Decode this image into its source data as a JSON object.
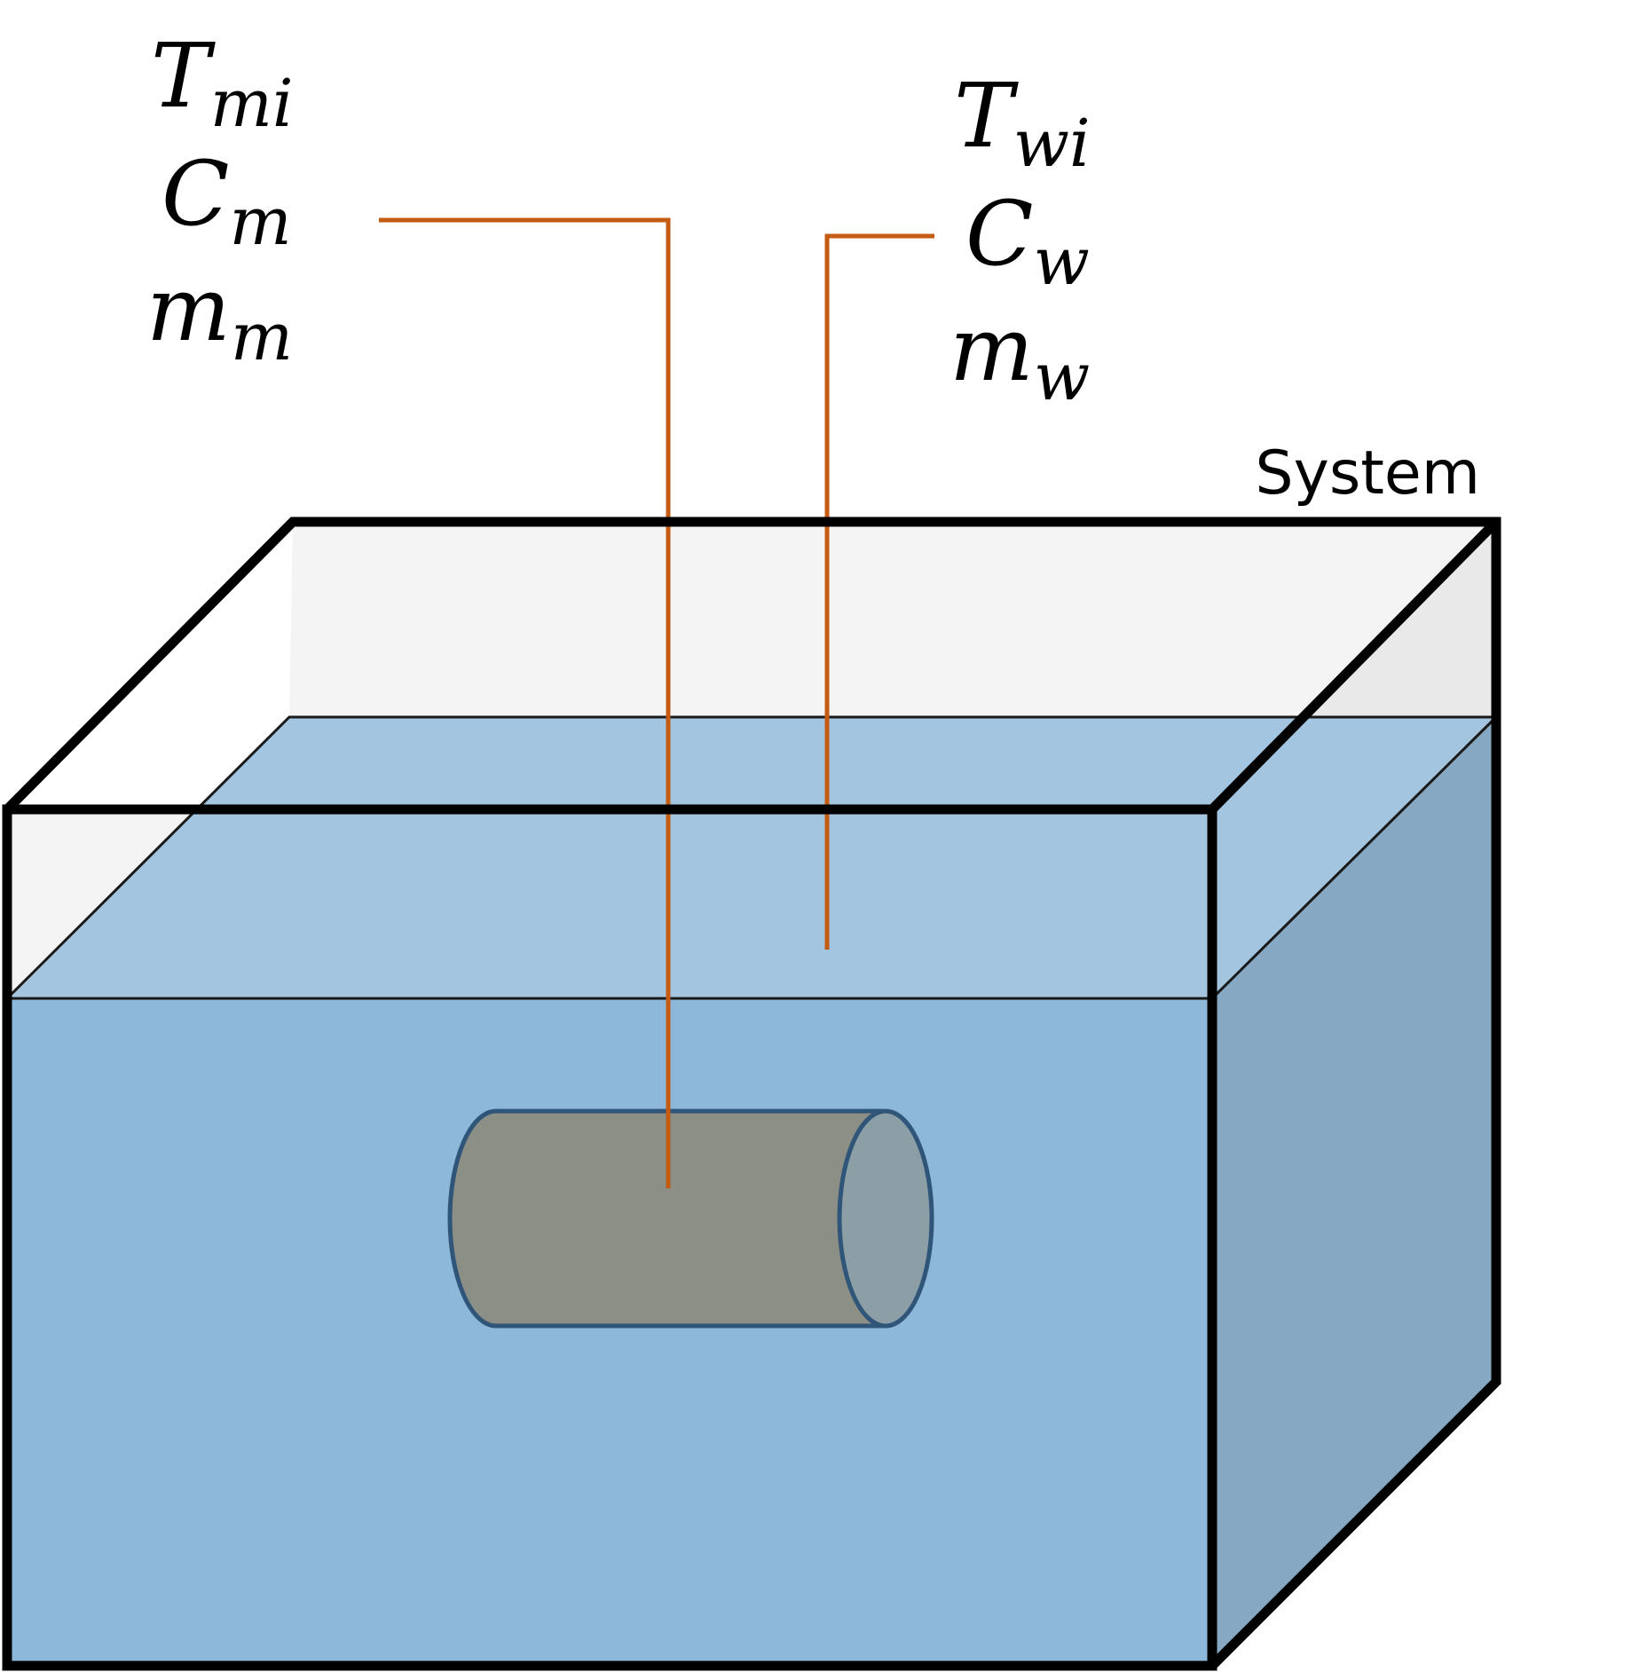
{
  "labels": {
    "system": "System"
  },
  "metal": {
    "temp": {
      "base": "T",
      "sub": "mi"
    },
    "heat": {
      "base": "C",
      "sub": "m"
    },
    "mass": {
      "base": "m",
      "sub": "m"
    }
  },
  "water": {
    "temp": {
      "base": "T",
      "sub": "wi"
    },
    "heat": {
      "base": "C",
      "sub": "w"
    },
    "mass": {
      "base": "m",
      "sub": "w"
    }
  },
  "colors": {
    "leader": "#c55a11",
    "water_front": "#8db8d9",
    "water_surface": "#a3c5e0",
    "water_side": "#86a8c2",
    "air_back": "#f4f4f4",
    "air_side": "#e9e9e9",
    "cylinder_body": "#8c8f85",
    "cylinder_end": "#8c9ea6",
    "cylinder_stroke": "#2f5578",
    "outline": "#000000"
  }
}
